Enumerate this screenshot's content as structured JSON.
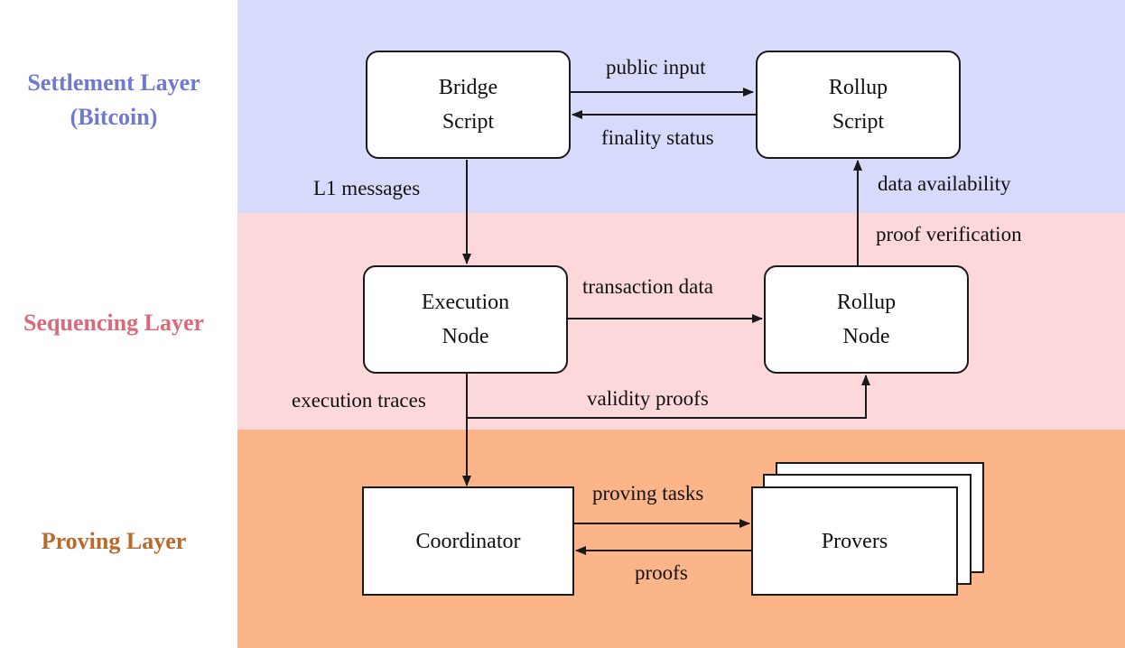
{
  "layers": {
    "settlement": {
      "label_line1": "Settlement Layer",
      "label_line2": "(Bitcoin)",
      "label_color": "#7079d0",
      "band_color": "#d8dafc"
    },
    "sequencing": {
      "label": "Sequencing Layer",
      "label_color": "#d96a7a",
      "band_color": "#fdd8da"
    },
    "proving": {
      "label": "Proving Layer",
      "label_color": "#b86a2a",
      "band_color": "#fbb588"
    }
  },
  "nodes": {
    "bridge_script": {
      "line1": "Bridge",
      "line2": "Script"
    },
    "rollup_script": {
      "line1": "Rollup",
      "line2": "Script"
    },
    "execution_node": {
      "line1": "Execution",
      "line2": "Node"
    },
    "rollup_node": {
      "line1": "Rollup",
      "line2": "Node"
    },
    "coordinator": {
      "label": "Coordinator"
    },
    "provers": {
      "label": "Provers"
    }
  },
  "edges": {
    "public_input": "public input",
    "finality_status": "finality status",
    "l1_messages": "L1 messages",
    "data_availability": "data availability",
    "proof_verification": "proof verification",
    "transaction_data": "transaction data",
    "execution_traces": "execution traces",
    "validity_proofs": "validity proofs",
    "proving_tasks": "proving tasks",
    "proofs": "proofs"
  }
}
